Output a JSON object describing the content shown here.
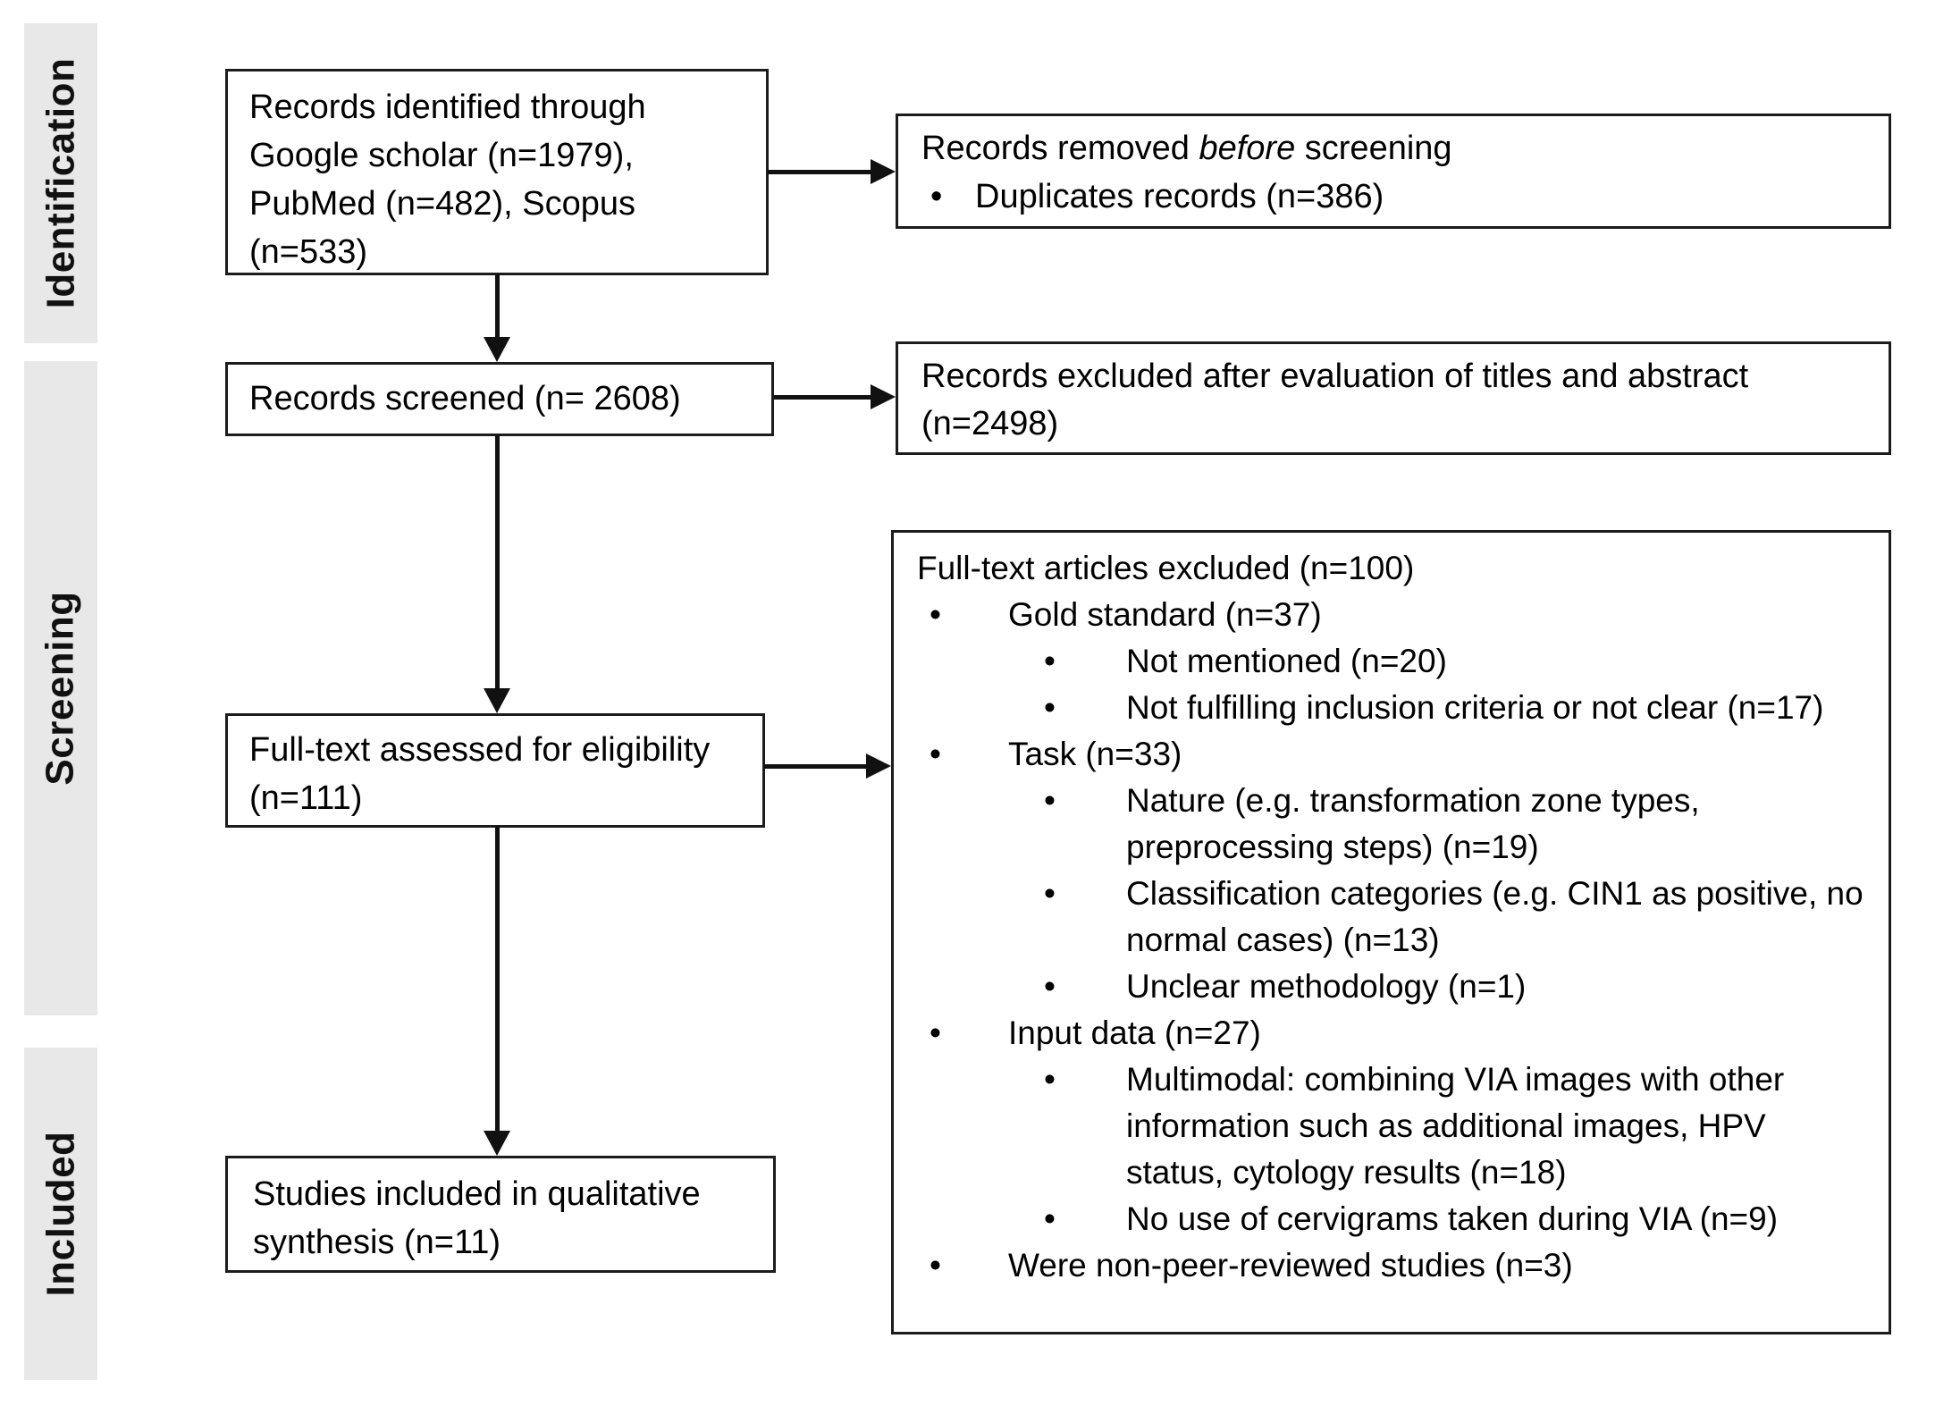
{
  "figure": {
    "type": "prisma-flow-diagram"
  },
  "stages": [
    {
      "label": "Identification"
    },
    {
      "label": "Screening"
    },
    {
      "label": "Included"
    }
  ],
  "boxes": {
    "records_identified": "Records identified through Google scholar (n=1979), PubMed (n=482), Scopus (n=533)",
    "records_screened": "Records screened (n= 2608)",
    "fulltext_assessed": "Full-text assessed for eligibility (n=111)",
    "studies_included": "Studies included in qualitative synthesis (n=11)",
    "removed_before": {
      "title_prefix": "Records removed ",
      "title_emphasis": "before",
      "title_suffix": " screening",
      "bullet": "Duplicates records (n=386)"
    },
    "excluded_titles_abstract": "Records excluded after evaluation of titles and abstract (n=2498)",
    "fulltext_excluded": {
      "title": "Full-text articles excluded (n=100)",
      "items": [
        {
          "level": 1,
          "text": "Gold standard (n=37)"
        },
        {
          "level": 2,
          "text": "Not mentioned (n=20)"
        },
        {
          "level": 2,
          "text": "Not fulfilling inclusion criteria or not clear (n=17)"
        },
        {
          "level": 1,
          "text": "Task (n=33)"
        },
        {
          "level": 2,
          "text": "Nature (e.g. transformation zone types, preprocessing steps)  (n=19)"
        },
        {
          "level": 2,
          "text": "Classification categories (e.g. CIN1 as positive, no normal cases) (n=13)"
        },
        {
          "level": 2,
          "text": "Unclear methodology (n=1)"
        },
        {
          "level": 1,
          "text": "Input data (n=27)"
        },
        {
          "level": 2,
          "text": "Multimodal: combining VIA images with other information such as additional images, HPV status, cytology results (n=18)"
        },
        {
          "level": 2,
          "text": "No use of cervigrams taken during VIA (n=9)"
        },
        {
          "level": 1,
          "text": "Were non-peer-reviewed studies (n=3)"
        }
      ]
    }
  },
  "colors": {
    "box_border": "#1c1c1c",
    "sidebar_background": "#e8e8e8",
    "text": "#000000",
    "page_background": "#ffffff"
  }
}
